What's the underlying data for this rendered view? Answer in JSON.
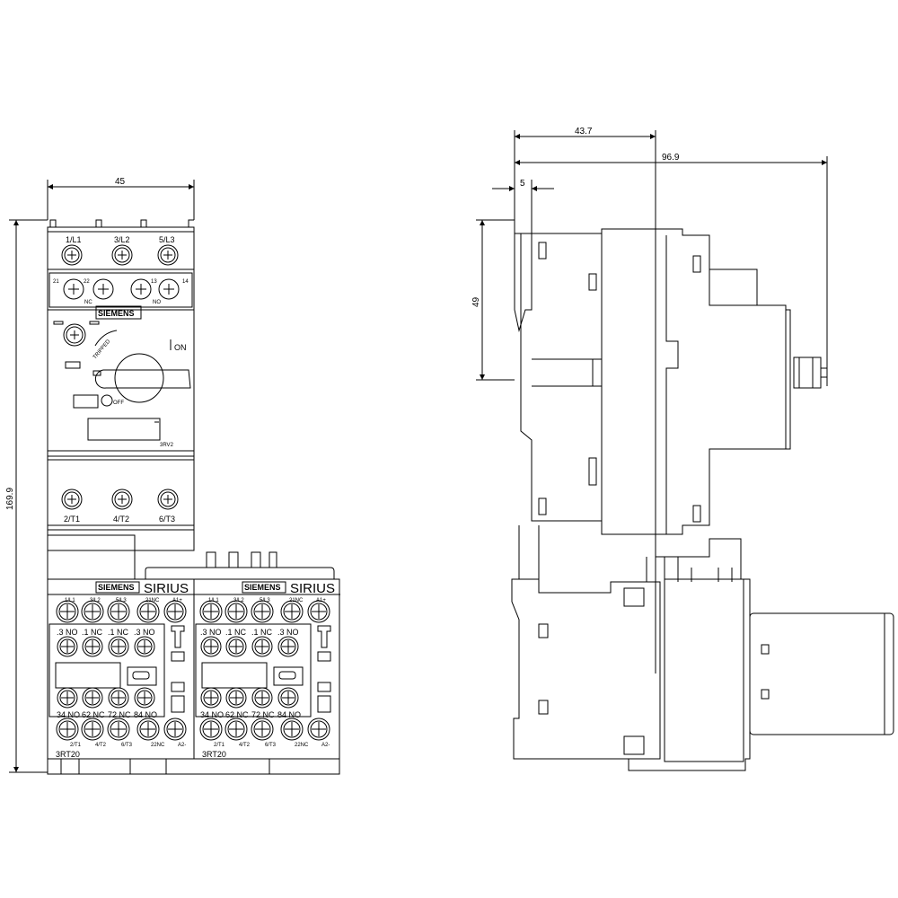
{
  "dimensions": {
    "front_width": "45",
    "front_height": "169.9",
    "side_depth_1": "43.7",
    "side_depth_total": "96.9",
    "side_offset": "5",
    "side_height": "49"
  },
  "breaker": {
    "top_terminals": [
      "1/L1",
      "3/L2",
      "5/L3"
    ],
    "aux_terminals": [
      "21",
      "22",
      "13",
      "14"
    ],
    "aux_nc": "NC",
    "aux_no": "NO",
    "brand": "SIEMENS",
    "tripped": "TRIPPED",
    "on": "ON",
    "off": "OFF",
    "model": "3RV2",
    "bottom_terminals": [
      "2/T1",
      "4/T2",
      "6/T3"
    ]
  },
  "contactors": [
    {
      "brand": "SIEMENS",
      "series": "SIRIUS",
      "top_labels": [
        "1/L1",
        "3/L2",
        "5/L3",
        "21NC",
        "A1+"
      ],
      "aux_top": [
        ".3 NO",
        ".1 NC",
        ".1 NC",
        ".3 NO"
      ],
      "aux_bottom": [
        "34 NO",
        "62 NC",
        "72 NC",
        "84 NO"
      ],
      "bottom_labels": [
        "2/T1",
        "4/T2",
        "6/T3",
        "22NC",
        "A2-"
      ],
      "model": "3RT20"
    },
    {
      "brand": "SIEMENS",
      "series": "SIRIUS",
      "top_labels": [
        "1/L1",
        "3/L2",
        "5/L3",
        "21NC",
        "A1+"
      ],
      "aux_top": [
        ".3 NO",
        ".1 NC",
        ".1 NC",
        ".3 NO"
      ],
      "aux_bottom": [
        "34 NO",
        "62 NC",
        "72 NC",
        "84 NO"
      ],
      "bottom_labels": [
        "2/T1",
        "4/T2",
        "6/T3",
        "22NC",
        "A2-"
      ],
      "model": "3RT20"
    }
  ]
}
